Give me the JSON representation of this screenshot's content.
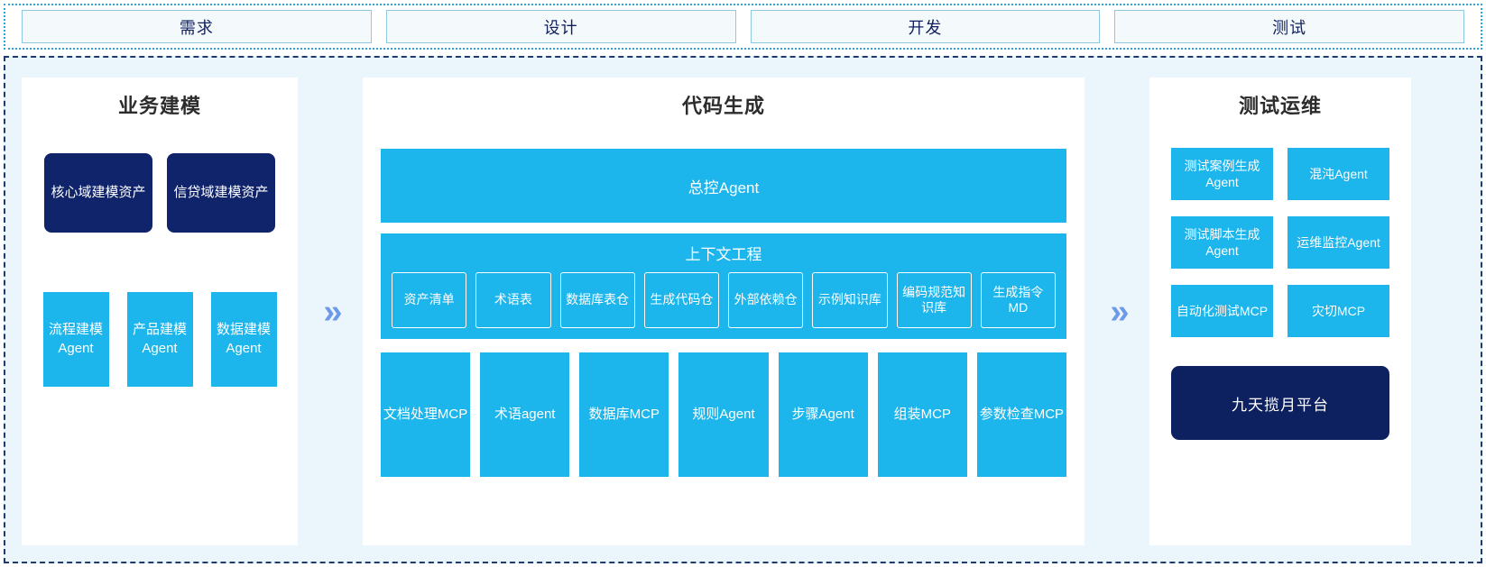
{
  "phases": [
    {
      "label": "需求"
    },
    {
      "label": "设计"
    },
    {
      "label": "开发"
    },
    {
      "label": "测试"
    }
  ],
  "separators": {
    "icon": "double-chevron-right",
    "glyph": "»",
    "color": "#6d9ae8"
  },
  "colors": {
    "accent_blue": "#1cb5ec",
    "navy": "#0d2060",
    "panel_bg": "#ffffff",
    "frame_bg": "#eaf5fc",
    "frame_border": "#1e3a6e",
    "strip_border": "#2aa8d8",
    "phase_box_bg": "#f4f9fb",
    "phase_box_border": "#8fc9df",
    "phase_text": "#11205e",
    "title_text": "#2c2c2c"
  },
  "business_panel": {
    "title": "业务建模",
    "assets": [
      {
        "label": "核心域建模资产"
      },
      {
        "label": "信贷域建模资产"
      }
    ],
    "agents": [
      {
        "label": "流程建模Agent"
      },
      {
        "label": "产品建模Agent"
      },
      {
        "label": "数据建模Agent"
      }
    ]
  },
  "code_panel": {
    "title": "代码生成",
    "master_agent": "总控Agent",
    "context_engine": {
      "title": "上下文工程",
      "items": [
        {
          "label": "资产清单"
        },
        {
          "label": "术语表"
        },
        {
          "label": "数据库表仓"
        },
        {
          "label": "生成代码仓"
        },
        {
          "label": "外部依赖仓"
        },
        {
          "label": "示例知识库"
        },
        {
          "label": "编码规范知识库"
        },
        {
          "label": "生成指令MD"
        }
      ]
    },
    "tools": [
      {
        "label": "文档处理MCP"
      },
      {
        "label": "术语agent"
      },
      {
        "label": "数据库MCP"
      },
      {
        "label": "规则Agent"
      },
      {
        "label": "步骤Agent"
      },
      {
        "label": "组装MCP"
      },
      {
        "label": "参数检查MCP"
      }
    ]
  },
  "test_panel": {
    "title": "测试运维",
    "agents": [
      {
        "label": "测试案例生成Agent"
      },
      {
        "label": "混沌Agent"
      },
      {
        "label": "测试脚本生成Agent"
      },
      {
        "label": "运维监控Agent"
      },
      {
        "label": "自动化测试MCP"
      },
      {
        "label": "灾切MCP"
      }
    ],
    "platform": "九天揽月平台"
  }
}
